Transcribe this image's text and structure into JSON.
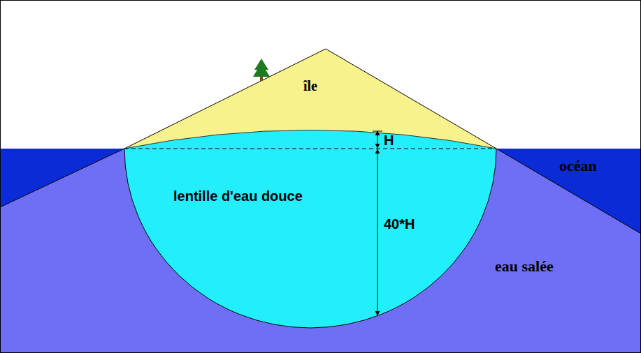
{
  "diagram": {
    "labels": [
      "île",
      "H",
      "océan",
      "lentille d'eau douce",
      "40*H",
      "eau salée"
    ]
  }
}
